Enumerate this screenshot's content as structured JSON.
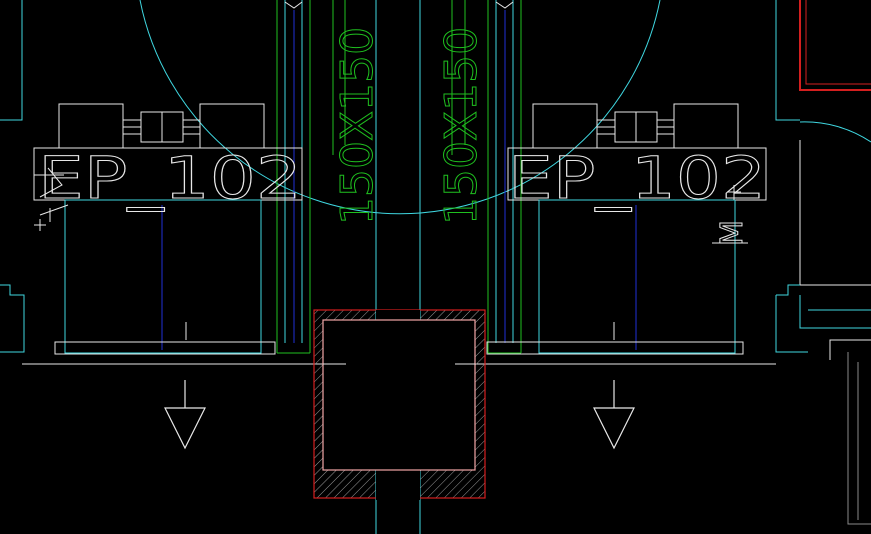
{
  "drawing": {
    "background": "#000000",
    "colors": {
      "cyan": "#3fd7e0",
      "white": "#e8e8e8",
      "green": "#1fbf1f",
      "blue": "#1f2fd6",
      "red": "#d41f1f",
      "pink": "#f2a6a6",
      "hatch": "#9a9a9a",
      "gray": "#8a8a8a"
    },
    "labels": {
      "pump_left": "EP_102",
      "pump_right": "EP_102",
      "duct_left": "150X150",
      "duct_right": "150X150",
      "tag_left": "M",
      "tag_right": "M"
    }
  }
}
